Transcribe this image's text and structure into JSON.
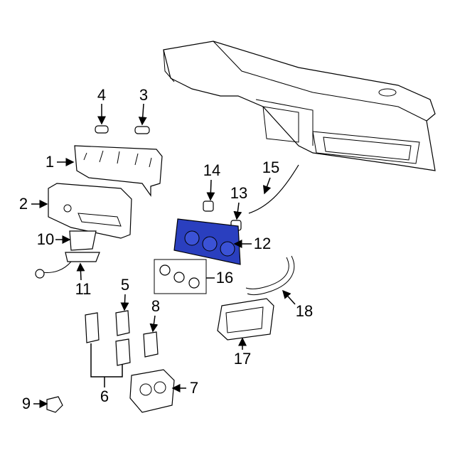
{
  "diagram": {
    "highlight_color": "#2a3fbf",
    "callouts": [
      {
        "id": "1",
        "label": "1"
      },
      {
        "id": "2",
        "label": "2"
      },
      {
        "id": "3",
        "label": "3"
      },
      {
        "id": "4",
        "label": "4"
      },
      {
        "id": "5",
        "label": "5"
      },
      {
        "id": "6",
        "label": "6"
      },
      {
        "id": "7",
        "label": "7"
      },
      {
        "id": "8",
        "label": "8"
      },
      {
        "id": "9",
        "label": "9"
      },
      {
        "id": "10",
        "label": "10"
      },
      {
        "id": "11",
        "label": "11"
      },
      {
        "id": "12",
        "label": "12"
      },
      {
        "id": "13",
        "label": "13"
      },
      {
        "id": "14",
        "label": "14"
      },
      {
        "id": "15",
        "label": "15"
      },
      {
        "id": "16",
        "label": "16"
      },
      {
        "id": "17",
        "label": "17"
      },
      {
        "id": "18",
        "label": "18"
      }
    ]
  }
}
